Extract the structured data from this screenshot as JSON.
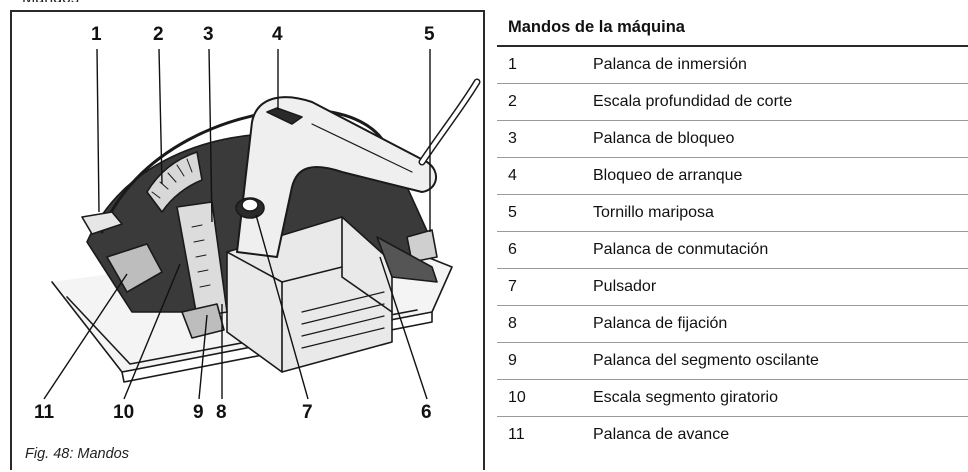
{
  "figure": {
    "callouts": [
      "1",
      "2",
      "3",
      "4",
      "5",
      "11",
      "10",
      "9",
      "8",
      "7",
      "6"
    ],
    "caption": "Fig. 48: Mandos"
  },
  "table": {
    "header": "Mandos de la máquina",
    "rows": [
      {
        "num": "1",
        "label": "Palanca de inmersión"
      },
      {
        "num": "2",
        "label": "Escala profundidad de corte"
      },
      {
        "num": "3",
        "label": "Palanca de bloqueo"
      },
      {
        "num": "4",
        "label": "Bloqueo de arranque"
      },
      {
        "num": "5",
        "label": "Tornillo mariposa"
      },
      {
        "num": "6",
        "label": "Palanca de conmutación"
      },
      {
        "num": "7",
        "label": "Pulsador"
      },
      {
        "num": "8",
        "label": "Palanca de fijación"
      },
      {
        "num": "9",
        "label": "Palanca del segmento oscilante"
      },
      {
        "num": "10",
        "label": "Escala segmento giratorio"
      },
      {
        "num": "11",
        "label": "Palanca de avance"
      }
    ]
  }
}
